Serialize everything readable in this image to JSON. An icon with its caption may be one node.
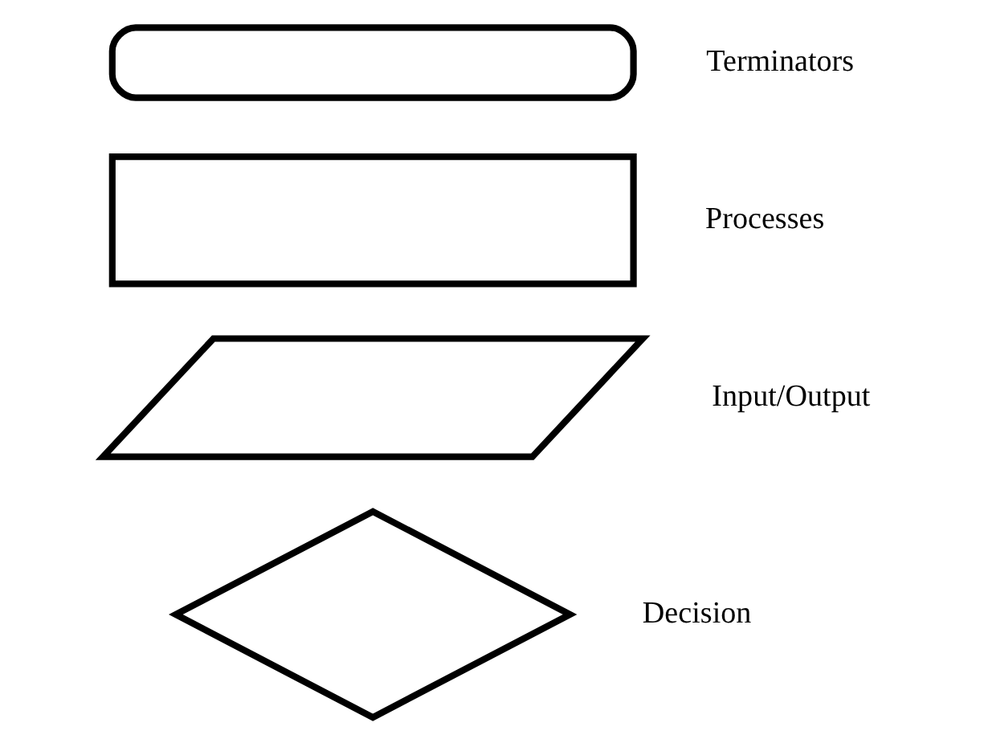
{
  "diagram": {
    "nodes": [
      {
        "text": [],
        "shape": "capsule",
        "beside": [
          "Terminators"
        ]
      },
      {
        "text": [],
        "shape": "box",
        "beside": [
          "Processes"
        ]
      },
      {
        "text": [],
        "shape": "parallelogram",
        "beside": [
          "Input/Output"
        ]
      },
      {
        "text": [],
        "shape": "diamond",
        "beside": [
          "Decision"
        ]
      }
    ],
    "edges": []
  }
}
